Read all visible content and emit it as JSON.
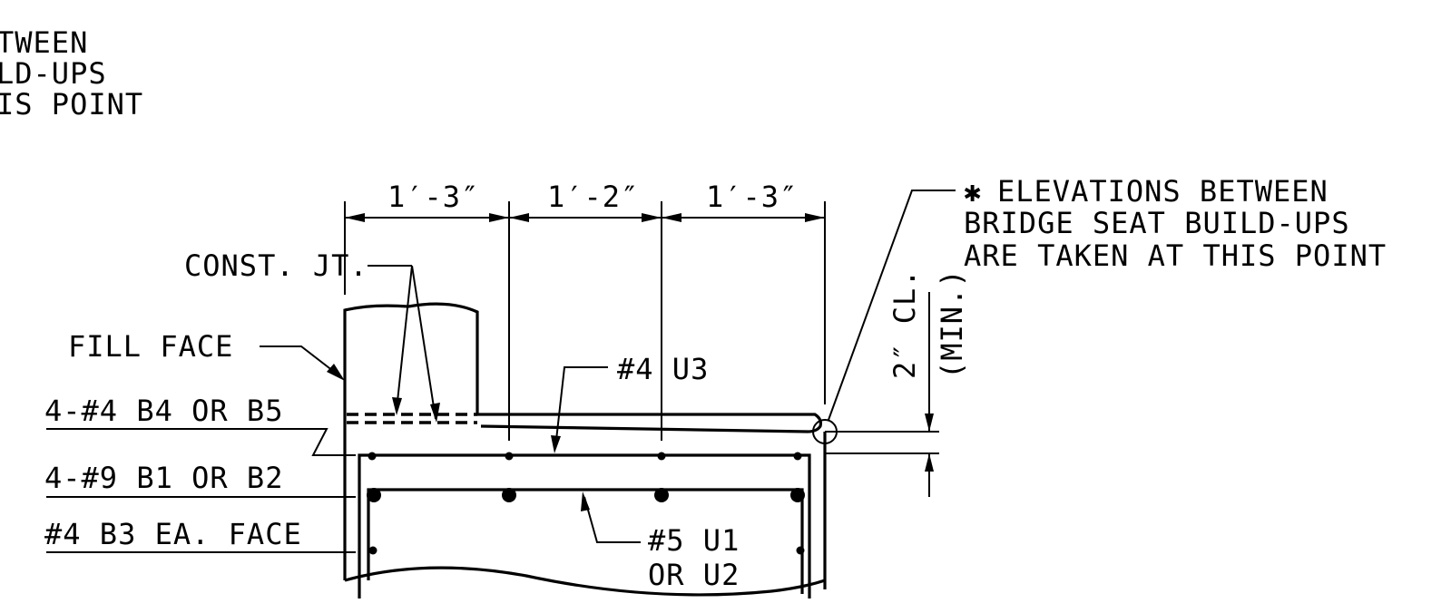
{
  "top_left_note": [
    "TWEEN",
    "LD-UPS",
    "IS POINT"
  ],
  "dimensions": [
    "1′-3″",
    "1′-2″",
    "1′-3″"
  ],
  "labels": {
    "const_jt": "CONST. JT.",
    "fill_face": "FILL FACE",
    "bar_b4_b5": "4-#4 B4 OR B5",
    "bar_b1_b2": "4-#9 B1 OR B2",
    "bar_b3": "#4 B3 EA. FACE",
    "bar_u3": "#4 U3",
    "bar_u1_line1": "#5 U1",
    "bar_u1_line2": "OR U2"
  },
  "elevation_note": {
    "marker": "✱",
    "line1": "ELEVATIONS BETWEEN",
    "line2": "BRIDGE SEAT BUILD-UPS",
    "line3": "ARE TAKEN AT THIS POINT"
  },
  "clearance": {
    "line1": "2″ CL.",
    "line2": "(MIN.)"
  }
}
